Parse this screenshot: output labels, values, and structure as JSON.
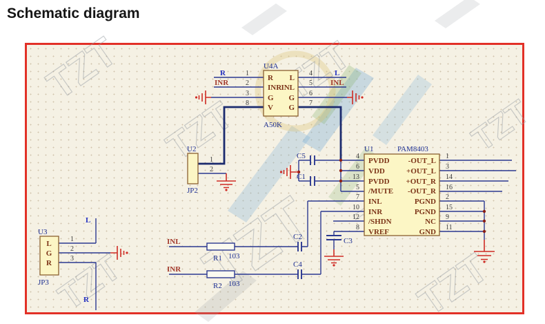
{
  "title": "Schematic diagram",
  "watermark": {
    "text": "TZT"
  },
  "colors": {
    "sheet_border": "#e23027",
    "wire": "#2b3890",
    "thick_wire": "#1b2a6e",
    "ground": "#cf2b24",
    "component_fill": "#fcf6c5",
    "component_outline": "#8a5f2f",
    "net_label_blue": "#2330c0",
    "net_label_red": "#a33a2c",
    "designator_blue": "#1d2f92",
    "pin_name_maroon": "#7c3418"
  },
  "u4a": {
    "designator": "U4A",
    "value": "A50K",
    "labels_left": [
      "R",
      "INR",
      "G",
      "V"
    ],
    "labels_right": [
      "L",
      "INL",
      "G",
      "G"
    ],
    "pins_left": [
      "1",
      "2",
      "3",
      "8"
    ],
    "pins_right": [
      "4",
      "5",
      "6",
      "7"
    ],
    "net_r": "R",
    "net_inr": "INR",
    "net_l": "L",
    "net_inl": "INL"
  },
  "u2": {
    "designator": "U2",
    "label": "JP2",
    "pins": [
      "1",
      "2"
    ]
  },
  "u3": {
    "designator": "U3",
    "label": "JP3",
    "pins": [
      "1",
      "2",
      "3"
    ],
    "channels": [
      "L",
      "G",
      "R"
    ],
    "net_top": "L",
    "net_bottom": "R"
  },
  "u1": {
    "designator": "U1",
    "part": "PAM8403",
    "left_pins": [
      "4",
      "6",
      "13",
      "5",
      "7",
      "10",
      "12",
      "8"
    ],
    "left_names": [
      "PVDD",
      "VDD",
      "PVDD",
      "/MUTE",
      "INL",
      "INR",
      "/SHDN",
      "VREF"
    ],
    "right_pins": [
      "1",
      "3",
      "14",
      "16",
      "2",
      "15",
      "9",
      "11"
    ],
    "right_names": [
      "-OUT_L",
      "+OUT_L",
      "+OUT_R",
      "-OUT_R",
      "PGND",
      "PGND",
      "NC",
      "GND"
    ]
  },
  "r1": {
    "ref": "R1",
    "value": "103",
    "net": "INL"
  },
  "r2": {
    "ref": "R2",
    "value": "103",
    "net": "INR"
  },
  "c1": {
    "ref": "C1"
  },
  "c2": {
    "ref": "C2"
  },
  "c3": {
    "ref": "C3"
  },
  "c4": {
    "ref": "C4"
  },
  "c5": {
    "ref": "C5"
  }
}
